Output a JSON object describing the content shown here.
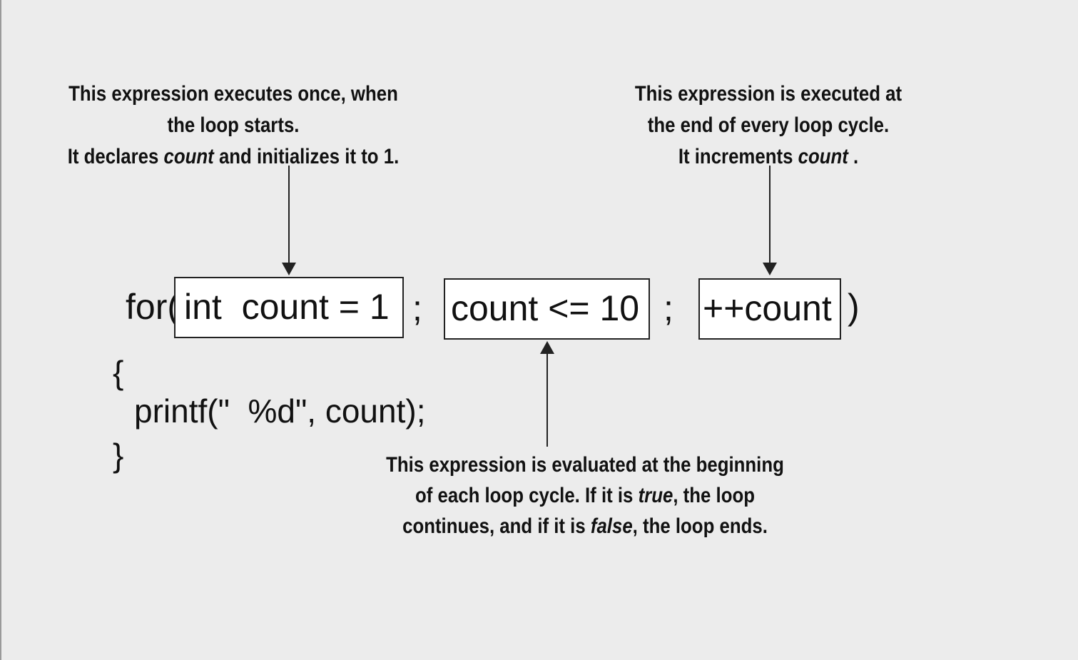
{
  "annotations": {
    "init": {
      "line1": "This expression executes once, when",
      "line2": "the loop starts.",
      "line3_pre": "It declares ",
      "line3_em": "count",
      "line3_post": " and initializes it to 1."
    },
    "increment": {
      "line1": "This expression is executed at",
      "line2": "the end of every loop cycle.",
      "line3_pre": "It increments ",
      "line3_em": "count",
      "line3_post": " ."
    },
    "condition": {
      "line1": "This expression is evaluated at the beginning",
      "line2_pre": "of each loop cycle. If it is ",
      "line2_em": "true",
      "line2_post": ", the loop",
      "line3_pre": "continues, and if it is ",
      "line3_em": "false",
      "line3_post": ", the loop ends."
    }
  },
  "code": {
    "for_keyword": "for(",
    "init_expr": "int  count = 1",
    "sep1": ";",
    "cond_expr": "count <= 10",
    "sep2": ";",
    "incr_expr": "++count",
    "close_paren": ")",
    "open_brace": "{",
    "body": "printf(\"  %d\", count);",
    "close_brace": "}"
  }
}
